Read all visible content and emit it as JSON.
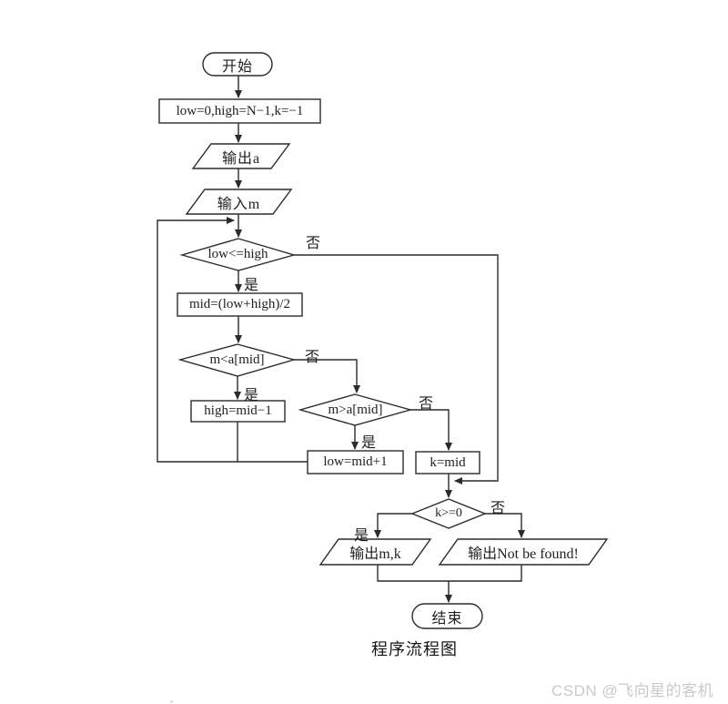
{
  "flowchart": {
    "nodes": {
      "start": "开始",
      "init": "low=0,high=N−1,k=−1",
      "output_a": "输出a",
      "input_m": "输入m",
      "cond_low_high": "low<=high",
      "mid_calc": "mid=(low+high)/2",
      "cond_m_less": "m<a[mid]",
      "high_update": "high=mid−1",
      "cond_m_greater": "m>a[mid]",
      "low_update": "low=mid+1",
      "k_assign": "k=mid",
      "cond_k": "k>=0",
      "output_mk": "输出m,k",
      "output_notfound": "输出Not be found!",
      "end": "结束"
    },
    "branch_labels": {
      "yes": "是",
      "no": "否"
    },
    "caption": "程序流程图"
  },
  "watermark": "CSDN @飞向星的客机",
  "colors": {
    "line": "#2b2b2b",
    "shape_fill": "#ffffff",
    "watermark": "#c9c9c9"
  }
}
